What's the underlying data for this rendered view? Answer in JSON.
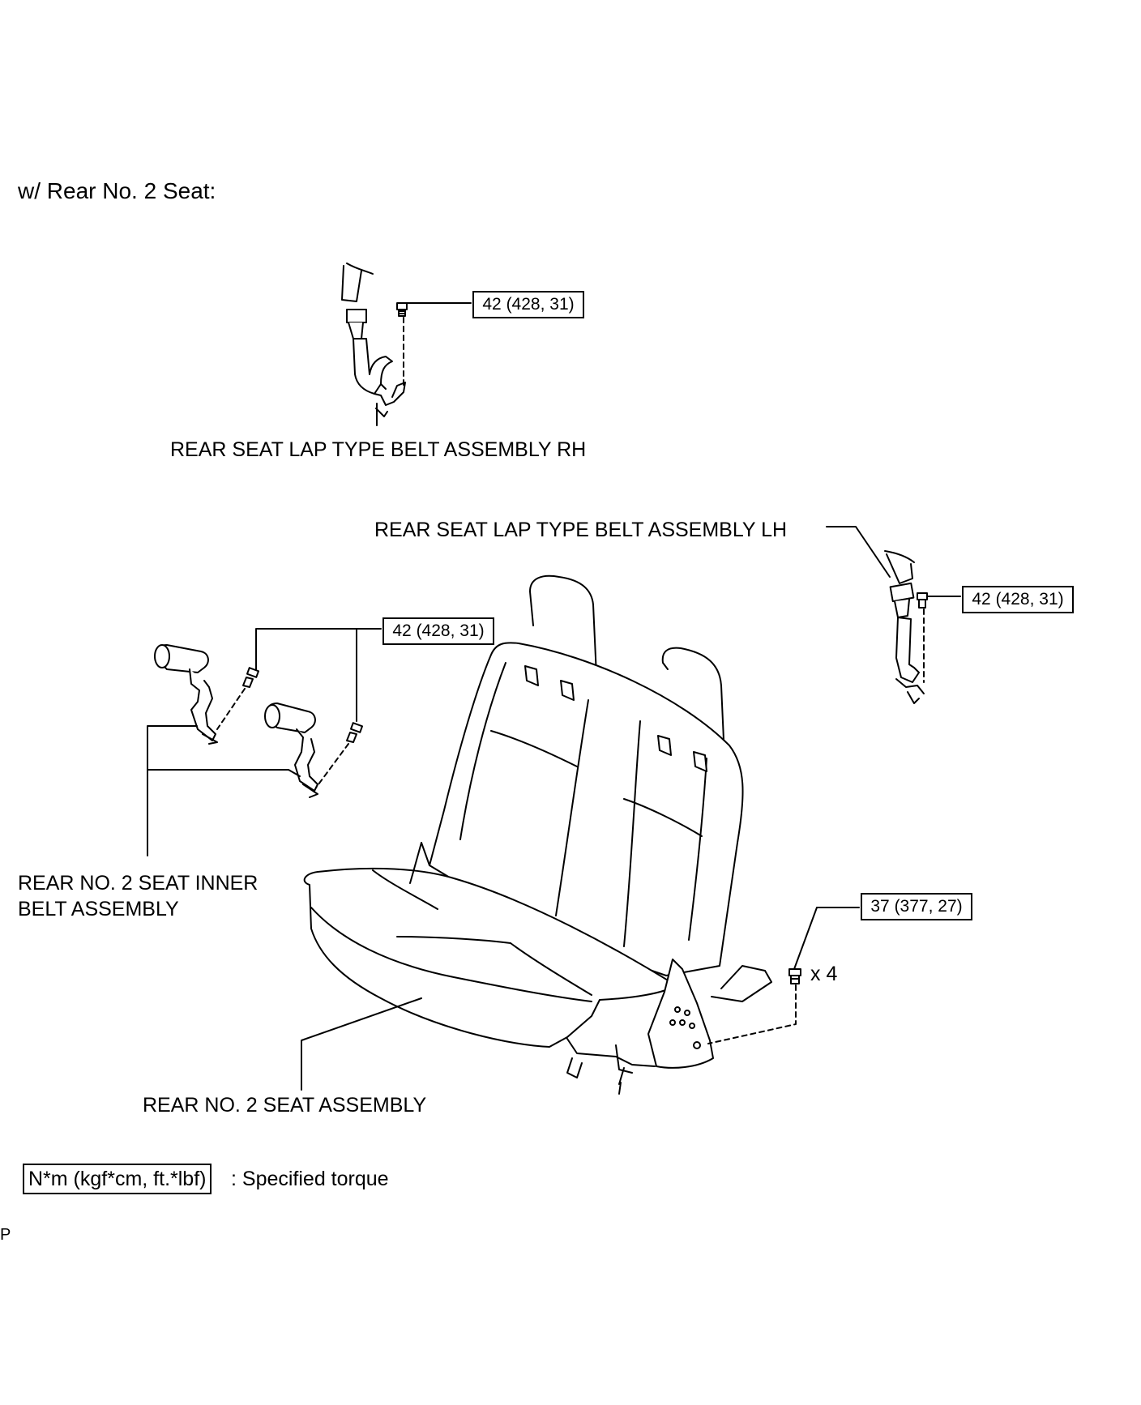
{
  "heading": "w/ Rear No. 2 Seat:",
  "parts": {
    "belt_rh": "REAR SEAT LAP TYPE BELT ASSEMBLY RH",
    "belt_lh": "REAR SEAT LAP TYPE BELT ASSEMBLY LH",
    "inner_belt_line1": "REAR NO. 2 SEAT INNER",
    "inner_belt_line2": "BELT ASSEMBLY",
    "seat": "REAR NO. 2 SEAT ASSEMBLY"
  },
  "torques": {
    "rh_bolt": "42 (428, 31)",
    "lh_bolt": "42 (428, 31)",
    "inner_bolts": "42 (428, 31)",
    "seat_bolts": "37 (377, 27)"
  },
  "quantity": "x 4",
  "legend": {
    "unit": "N*m (kgf*cm, ft.*lbf)",
    "meaning": ": Specified torque"
  },
  "corner_mark": "P"
}
